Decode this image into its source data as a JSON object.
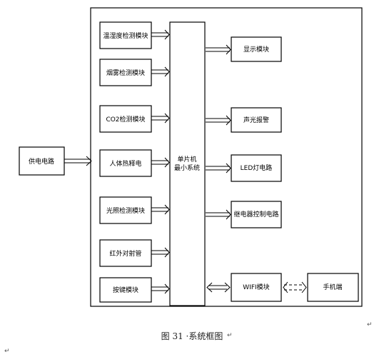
{
  "blocks": {
    "power": "供电电路",
    "temp_humidity": "温湿度检测模块",
    "smoke": "烟雾检测模块",
    "co2": "CO2检测模块",
    "pir": "人体热释电",
    "light": "光照检测模块",
    "ir_tube": "红外对射管",
    "keys": "按键模块",
    "mcu_line1": "单片机",
    "mcu_line2": "最小系统",
    "display": "显示模块",
    "alarm": "声光报警",
    "led": "LED灯电路",
    "relay": "继电器控制电路",
    "wifi": "WIFI模块",
    "phone": "手机端"
  },
  "caption": "图 31 ·系统框图",
  "marks": {
    "para1": "↵",
    "para2": "↵",
    "para3": "↵"
  }
}
